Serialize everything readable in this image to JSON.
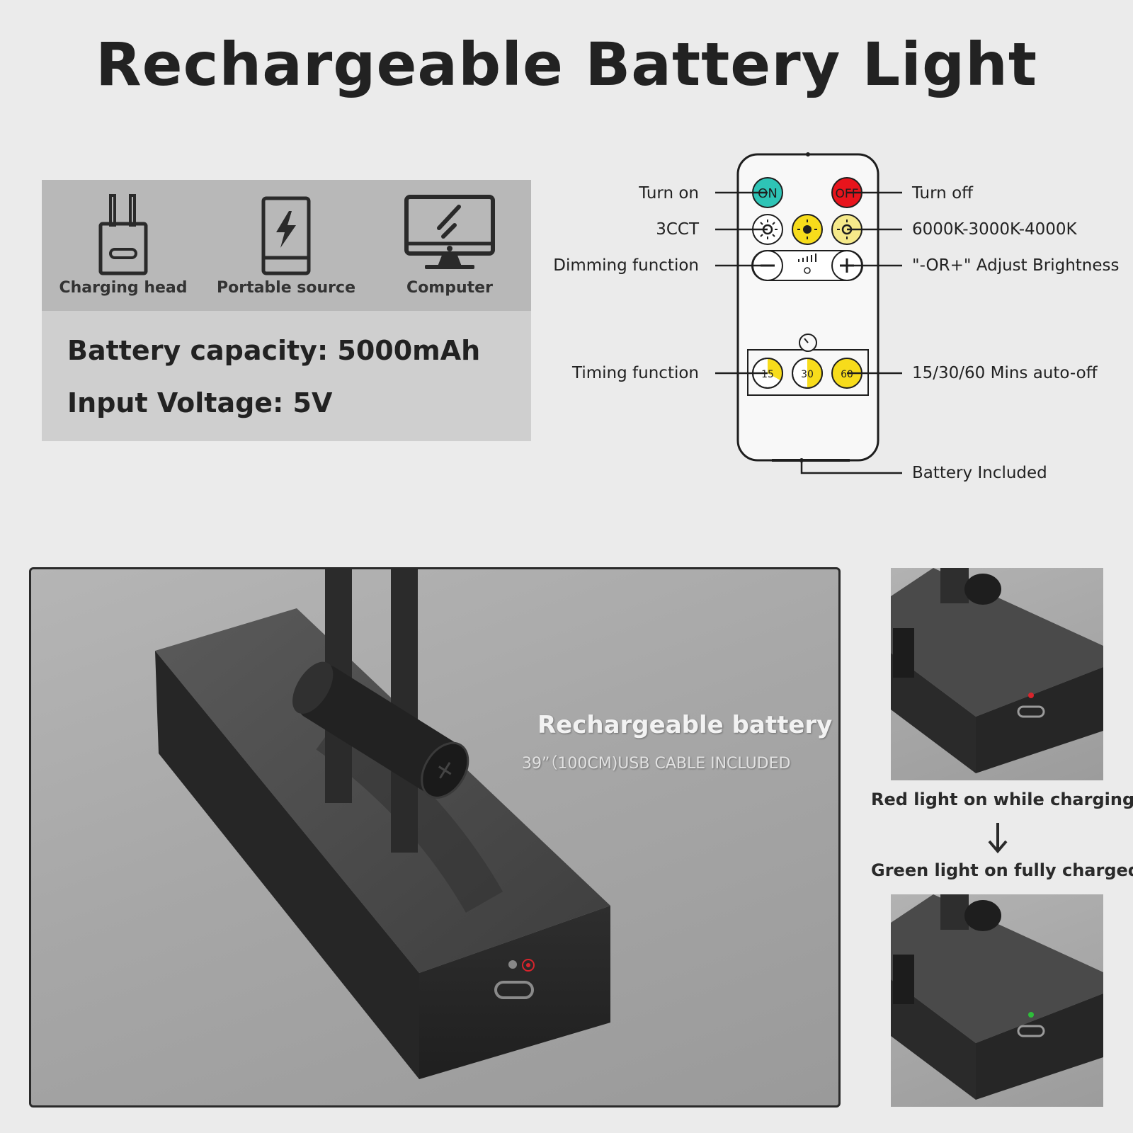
{
  "title": "Rechargeable Battery Light",
  "charging_sources": [
    {
      "label": "Charging head",
      "icon": "charging-head-icon"
    },
    {
      "label": "Portable source",
      "icon": "power-bank-icon"
    },
    {
      "label": "Computer",
      "icon": "computer-icon"
    }
  ],
  "specs": {
    "capacity": "Battery capacity: 5000mAh",
    "voltage": "Input Voltage: 5V"
  },
  "remote": {
    "buttons": {
      "on": "ON",
      "off": "OFF",
      "timer_15": "15",
      "timer_30": "30",
      "timer_60": "60"
    },
    "labels_left": {
      "turn_on": "Turn on",
      "cct": "3CCT",
      "dimming": "Dimming function",
      "timing": "Timing function"
    },
    "labels_right": {
      "turn_off": "Turn off",
      "color_temp": "6000K-3000K-4000K",
      "brightness": "\"-OR+\" Adjust Brightness",
      "auto_off": "15/30/60 Mins auto-off",
      "battery": "Battery Included"
    },
    "colors": {
      "on": "#2ec4b6",
      "off": "#e8141c",
      "warm": "#f7dc1b",
      "mid": "#f5e98a"
    }
  },
  "photo": {
    "caption": "Rechargeable battery",
    "subcaption": "39”（100CM)USB CABLE INCLUDED"
  },
  "indicator": {
    "charging": "Red light on while charging",
    "charged": "Green light on fully charged",
    "colors": {
      "red": "#d8242c",
      "green": "#2ebd3a"
    }
  }
}
